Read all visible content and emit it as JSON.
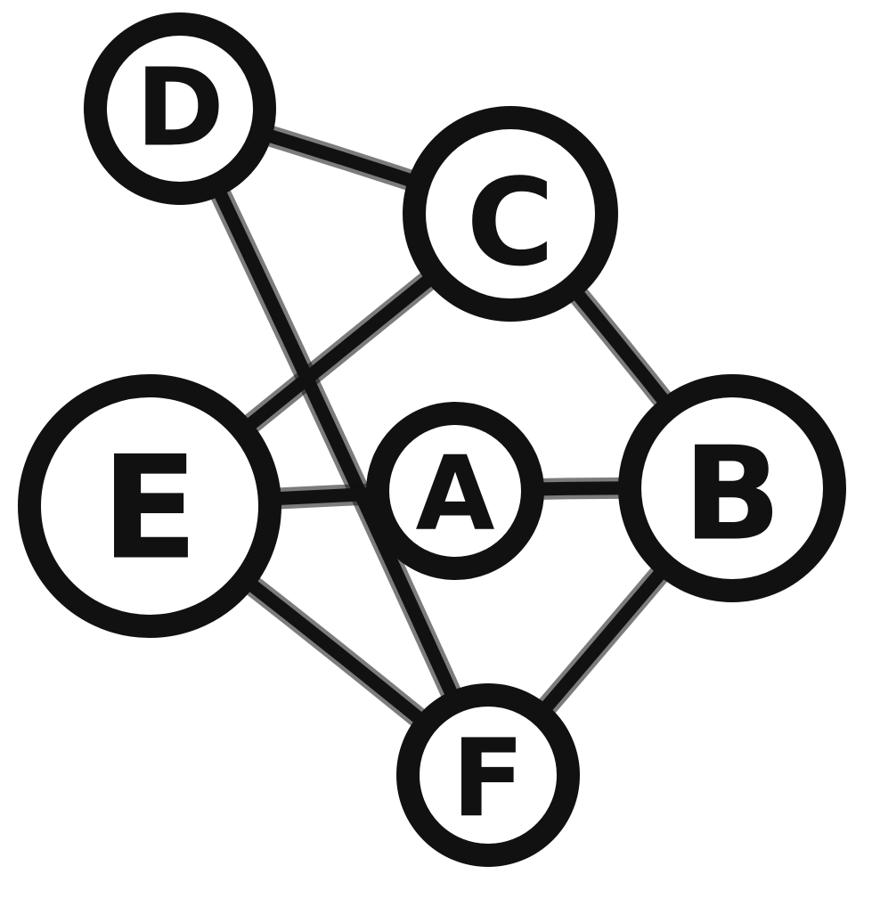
{
  "diagram": {
    "type": "undirected-graph",
    "style": "hand-drawn marker sketch",
    "colors": {
      "background": "#ffffff",
      "ink": "#111111",
      "node_fill": "#ffffff"
    },
    "nodes": [
      {
        "id": "A",
        "label": "A"
      },
      {
        "id": "B",
        "label": "B"
      },
      {
        "id": "C",
        "label": "C"
      },
      {
        "id": "D",
        "label": "D"
      },
      {
        "id": "E",
        "label": "E"
      },
      {
        "id": "F",
        "label": "F"
      }
    ],
    "edges": [
      {
        "from": "D",
        "to": "C"
      },
      {
        "from": "D",
        "to": "F"
      },
      {
        "from": "C",
        "to": "E"
      },
      {
        "from": "C",
        "to": "B"
      },
      {
        "from": "E",
        "to": "A"
      },
      {
        "from": "A",
        "to": "B"
      },
      {
        "from": "E",
        "to": "F"
      },
      {
        "from": "B",
        "to": "F"
      }
    ]
  }
}
